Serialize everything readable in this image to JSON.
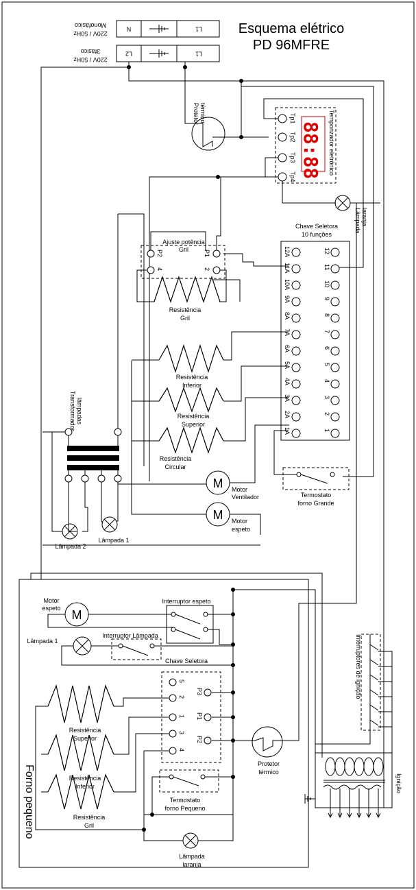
{
  "title": {
    "line1": "Esquema elétrico",
    "line2": "PD 96MFRE"
  },
  "supply_mono": {
    "n": "N",
    "l1": "L1",
    "volts": "220V / 50Hz",
    "type": "Monofásico"
  },
  "supply_tri": {
    "l2": "L2",
    "l1": "L1",
    "volts": "220V / 50Hz",
    "type": "3fásico"
  },
  "protector_top": {
    "line1": "Protetor",
    "line2": "térmico"
  },
  "timer": {
    "label": "Temporizador eletrônico",
    "display": "88:88",
    "terminals": [
      "Tp1",
      "Tp2",
      "Tp3",
      "Tp4"
    ]
  },
  "lamp_orange_top": {
    "line1": "Lâmpada",
    "line2": "laranja"
  },
  "selector": {
    "line1": "Chave Seletora",
    "line2": "10 funções",
    "left": [
      "12A",
      "11A",
      "10A",
      "9A",
      "8A",
      "7A",
      "6A",
      "5A",
      "4A",
      "3A",
      "2A",
      "1A"
    ],
    "right": [
      "12",
      "11",
      "10",
      "9",
      "8",
      "7",
      "6",
      "5",
      "4",
      "3",
      "2",
      "1"
    ]
  },
  "grill_adjust": {
    "line1": "Ajuste potência",
    "line2": "Gril",
    "p2": "P2",
    "p1": "P1",
    "t4": "4",
    "t2": "2"
  },
  "resistances_big": [
    {
      "line1": "Resistência",
      "line2": "Gril"
    },
    {
      "line1": "Resistência",
      "line2": "Inferior"
    },
    {
      "line1": "Resistência",
      "line2": "Superior"
    },
    {
      "line1": "Resistência",
      "line2": "Circular"
    }
  ],
  "transformer": {
    "line1": "Transformador",
    "line2": "lâmpadas"
  },
  "motor_fan": {
    "symbol": "M",
    "line1": "Motor",
    "line2": "Ventilador"
  },
  "motor_spit": {
    "symbol": "M",
    "line1": "Motor",
    "line2": "espeto"
  },
  "thermostat_big": {
    "line1": "Termostato",
    "line2": "forno Grande"
  },
  "lamps_big": {
    "lamp2": "Lâmpada 2",
    "lamp1": "Lâmpada 1"
  },
  "small_oven": {
    "label": "Forno pequeno",
    "motor": {
      "symbol": "M",
      "line1": "Motor",
      "line2": "espeto"
    },
    "switch_spit": "Interruptor espeto",
    "lamp1": "Lâmpada 1",
    "switch_lamp": "Interruptor Lâmpada",
    "selector": "Chave Seletora",
    "selector_left": [
      "5",
      "2",
      "1",
      "3",
      "4"
    ],
    "selector_right": [
      "P3",
      "P1",
      "P2"
    ],
    "resistances": [
      {
        "line1": "Resistência",
        "line2": "Superior"
      },
      {
        "line1": "Resistência",
        "line2": "Inferior"
      },
      {
        "line1": "Resistência",
        "line2": "Gril"
      }
    ],
    "protector": {
      "line1": "Protetor",
      "line2": "térmico"
    },
    "thermostat": {
      "line1": "Termostato",
      "line2": "forno Pequeno"
    },
    "lamp_orange": {
      "line1": "Lâmpada",
      "line2": "laranja"
    }
  },
  "ignition_switches": "Interruptores de ignição",
  "ignition": "Ignição"
}
